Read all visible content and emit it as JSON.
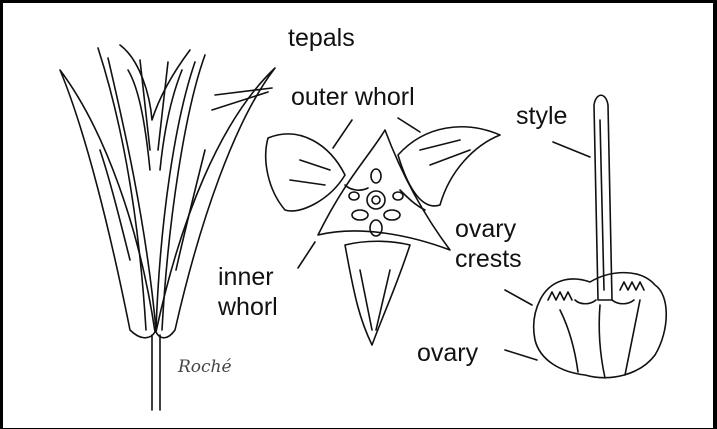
{
  "labels": {
    "tepals": "tepals",
    "outer_whorl": "outer whorl",
    "style": "style",
    "ovary_crests": "ovary\ncrests",
    "inner_whorl": "inner\nwhorl",
    "ovary": "ovary"
  },
  "signature": "Roché",
  "colors": {
    "ink": "#111111",
    "frame": "#000000",
    "background": "#ffffff"
  }
}
